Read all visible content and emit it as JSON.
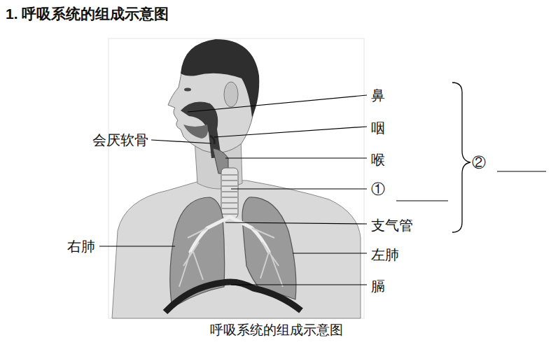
{
  "diagram": {
    "title": "1. 呼吸系统的组成示意图",
    "caption": "呼吸系统的组成示意图",
    "labels": [
      "鼻",
      "咽",
      "会厌软骨",
      "喉",
      "①",
      "②",
      "支气管",
      "右肺",
      "左肺",
      "膈"
    ]
  }
}
